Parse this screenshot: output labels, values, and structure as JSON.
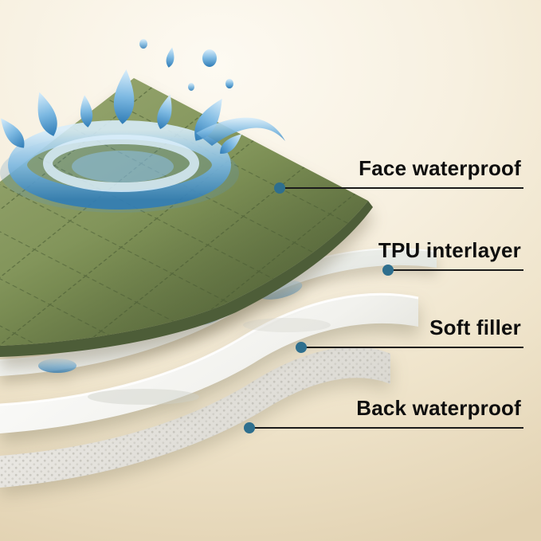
{
  "callouts": [
    {
      "label": "Face waterproof"
    },
    {
      "label": "TPU interlayer"
    },
    {
      "label": "Soft filler"
    },
    {
      "label": "Back waterproof"
    }
  ],
  "colors": {
    "background": "#f2e9d6",
    "callout_dot": "#2e6f8e",
    "callout_line": "#1a1a1a",
    "text": "#0e0e0e",
    "fabric_green": "#7e9156",
    "water_blue": "#4a97cd",
    "tpu_white": "#eef0ed",
    "filler_white": "#f7f7f3",
    "back_gray": "#e2e0d9"
  }
}
